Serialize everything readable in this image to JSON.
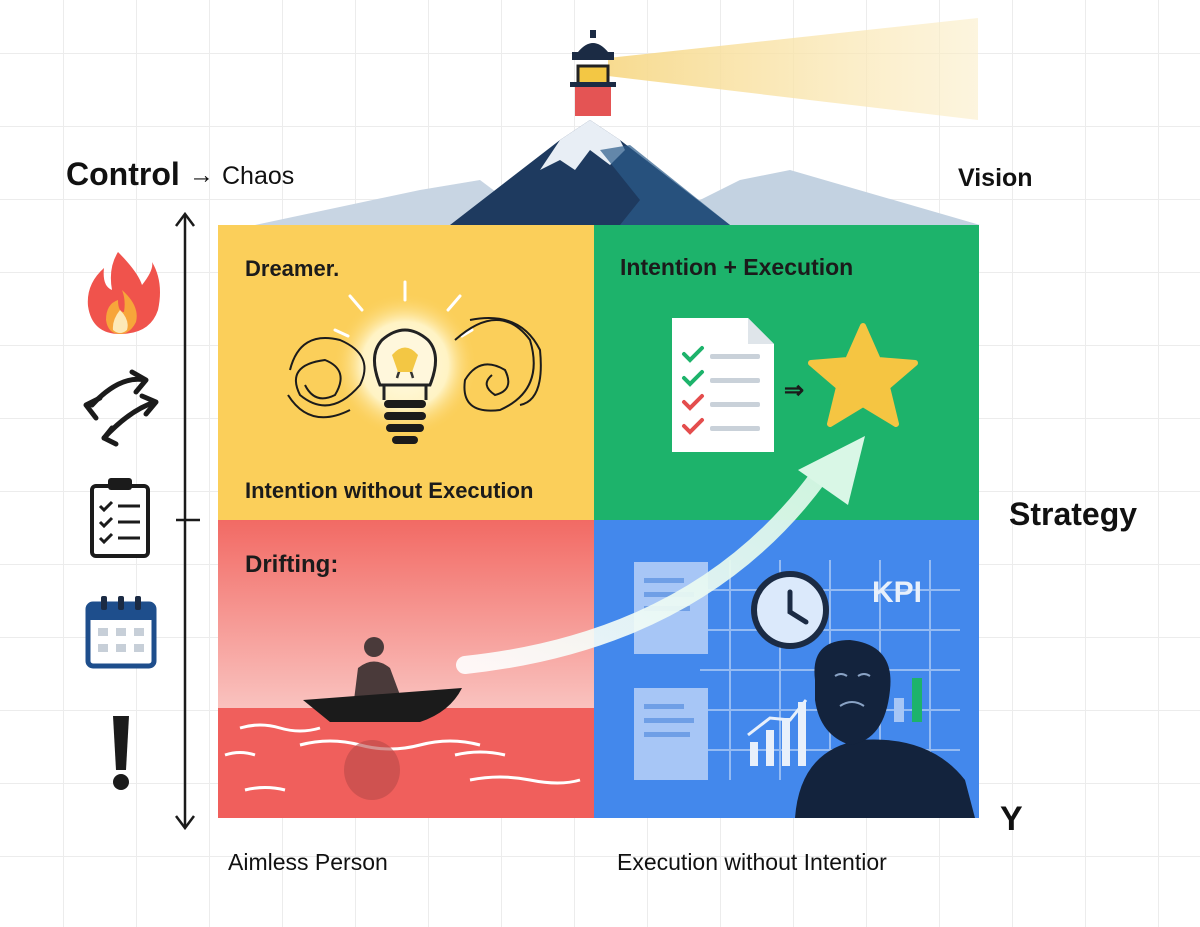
{
  "header": {
    "control": "Control",
    "arrow": "→",
    "chaos": "Chaos",
    "vision": "Vision"
  },
  "axes": {
    "strategy": "Strategy",
    "y": "Y"
  },
  "quadrants": {
    "top_left": {
      "title": "Dreamer.",
      "caption": "Intention without Execution",
      "color": "#fbcf5a"
    },
    "top_right": {
      "title": "Intention + Execution",
      "color": "#1db36b"
    },
    "bottom_left": {
      "title": "Drifting:",
      "color": "#f26a64"
    },
    "bottom_right": {
      "kpi": "KPI",
      "color": "#4388ec"
    }
  },
  "bottom_labels": {
    "left": "Aimless Person",
    "right": "Execution without Intentior"
  },
  "side_icons": [
    "fire-icon",
    "arrows-icon",
    "clipboard-icon",
    "calendar-icon",
    "exclamation-icon"
  ],
  "star_arrow_glyph": "⇒"
}
